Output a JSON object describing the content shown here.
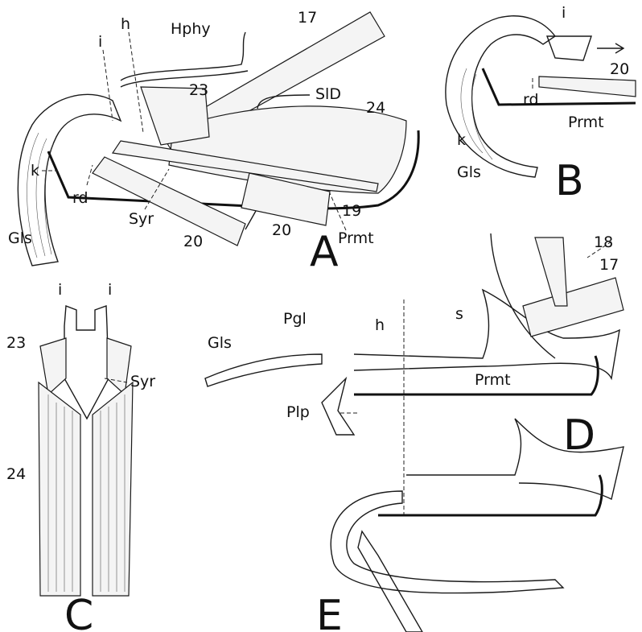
{
  "panels": {
    "A": {
      "letter": "A",
      "labels": {
        "hphy": "Hphy",
        "h": "h",
        "n17": "17",
        "i": "i",
        "n23": "23",
        "sld": "SlD",
        "n24": "24",
        "k": "k",
        "rd": "rd",
        "syr": "Syr",
        "gls": "Gls",
        "n20a": "20",
        "n20b": "20",
        "n19": "19",
        "prmt": "Prmt"
      }
    },
    "B": {
      "letter": "B",
      "labels": {
        "i": "i",
        "n20": "20",
        "rd": "rd",
        "k": "k",
        "prmt": "Prmt",
        "gls": "Gls"
      }
    },
    "C": {
      "letter": "C",
      "labels": {
        "i_left": "i",
        "i_right": "i",
        "n23": "23",
        "syr": "Syr",
        "n24": "24"
      }
    },
    "D": {
      "letter": "D",
      "labels": {
        "n18": "18",
        "n17": "17",
        "s": "s",
        "pgl": "Pgl",
        "h": "h",
        "gls": "Gls",
        "prmt": "Prmt",
        "plp": "Plp"
      }
    },
    "E": {
      "letter": "E",
      "labels": {}
    }
  },
  "colors": {
    "ink": "#1a1a1a",
    "paper": "#ffffff"
  }
}
